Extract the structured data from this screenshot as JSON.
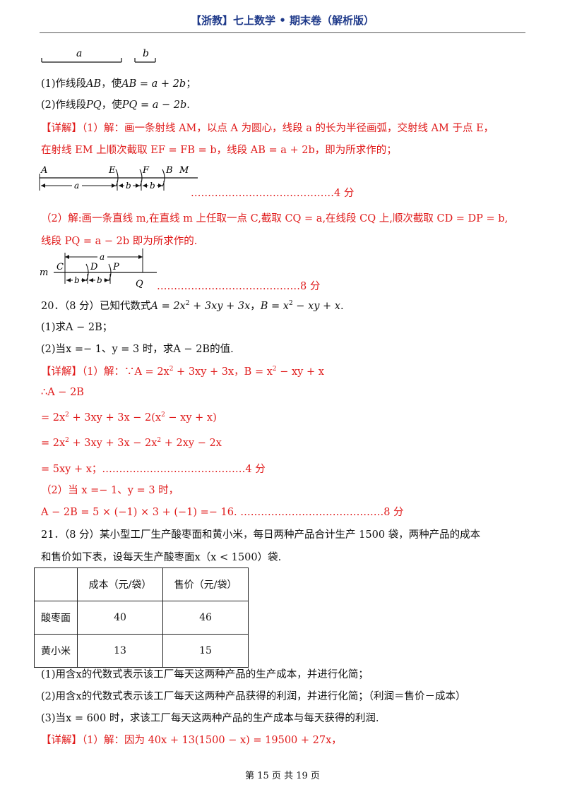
{
  "header": {
    "title": "【浙教】七上数学 • 期末卷（解析版）"
  },
  "segments": {
    "a_label": "a",
    "b_label": "b"
  },
  "q19": {
    "part1_pre": "(1)作线段",
    "part1_AB": "AB",
    "part1_mid": "，使",
    "part1_formula": "AB = a + 2b",
    "part1_end": "；",
    "part2_pre": "(2)作线段",
    "part2_PQ": "PQ",
    "part2_mid": "，使",
    "part2_formula": "PQ = a − 2b",
    "part2_end": ".",
    "sol1_line1": "【详解】（1）解：画一条射线 AM，以点 A 为圆心，线段 a 的长为半径画弧，交射线 AM 于点 E，",
    "sol1_line2": "在射线 EM 上顺次截取 EF = FB = b，线段 AB = a + 2b，即为所求作的；",
    "diagram1": {
      "A": "A",
      "E": "E",
      "F": "F",
      "B": "B",
      "M": "M",
      "a": "a",
      "b1": "b",
      "b2": "b"
    },
    "score1": "……………………………………4 分",
    "sol2_line1": "（2）解:画一条直线 m,在直线 m 上任取一点 C,截取 CQ = a,在线段 CQ 上,顺次截取 CD = DP = b,",
    "sol2_line2": "线段 PQ = a − 2b 即为所求作的.",
    "diagram2": {
      "m": "m",
      "C": "C",
      "D": "D",
      "P": "P",
      "Q": "Q",
      "a": "a",
      "b1": "b",
      "b2": "b"
    },
    "score2": "……………………………………8 分"
  },
  "q20": {
    "stem_pre": "20．（8 分）已知代数式",
    "stem_A": "A = 2x",
    "stem_A_rest": " + 3xy + 3x",
    "stem_sep": "，",
    "stem_B": "B = x",
    "stem_B_rest": " − xy + x",
    "stem_end": ".",
    "part1": "(1)求A − 2B；",
    "part2": "(2)当x =− 1、y = 3 时，求A − 2B的值.",
    "sol_l1_pre": "【详解】（1）解：∵A = 2x",
    "sol_l1_mid": " + 3xy + 3x，B = x",
    "sol_l1_end": " − xy + x",
    "sol_l2": "∴A − 2B",
    "sol_l3_a": "= 2x",
    "sol_l3_b": " + 3xy + 3x − 2(x",
    "sol_l3_c": " − xy + x)",
    "sol_l4_a": "= 2x",
    "sol_l4_b": " + 3xy + 3x − 2x",
    "sol_l4_c": " + 2xy − 2x",
    "sol_l5": "= 5xy + x；……………………………………4 分",
    "sol_l6": "（2）当 x =− 1、y = 3 时，",
    "sol_l7": "A − 2B = 5 × (−1) × 3 + (−1) =− 16.  ……………………………………8 分",
    "sup2": "2"
  },
  "q21": {
    "stem_l1": "21．（8 分）某小型工厂生产酸枣面和黄小米，每日两种产品合计生产 1500 袋，两种产品的成本",
    "stem_l2": "和售价如下表，设每天生产酸枣面x（x < 1500）袋.",
    "table": {
      "headers": [
        "",
        "成本（元/袋）",
        "售价（元/袋）"
      ],
      "rows": [
        [
          "酸枣面",
          "40",
          "46"
        ],
        [
          "黄小米",
          "13",
          "15"
        ]
      ]
    },
    "part1": "(1)用含x的代数式表示该工厂每天这两种产品的生产成本，并进行化简；",
    "part2": "(2)用含x的代数式表示该工厂每天这两种产品获得的利润，并进行化简；（利润＝售价－成本）",
    "part3": "(3)当x = 600 时，求该工厂每天这两种产品的生产成本与每天获得的利润.",
    "sol1": "【详解】（1）解：因为 40x + 13(1500 − x) = 19500 + 27x，"
  },
  "footer": {
    "page": "第 15 页 共 19 页"
  }
}
